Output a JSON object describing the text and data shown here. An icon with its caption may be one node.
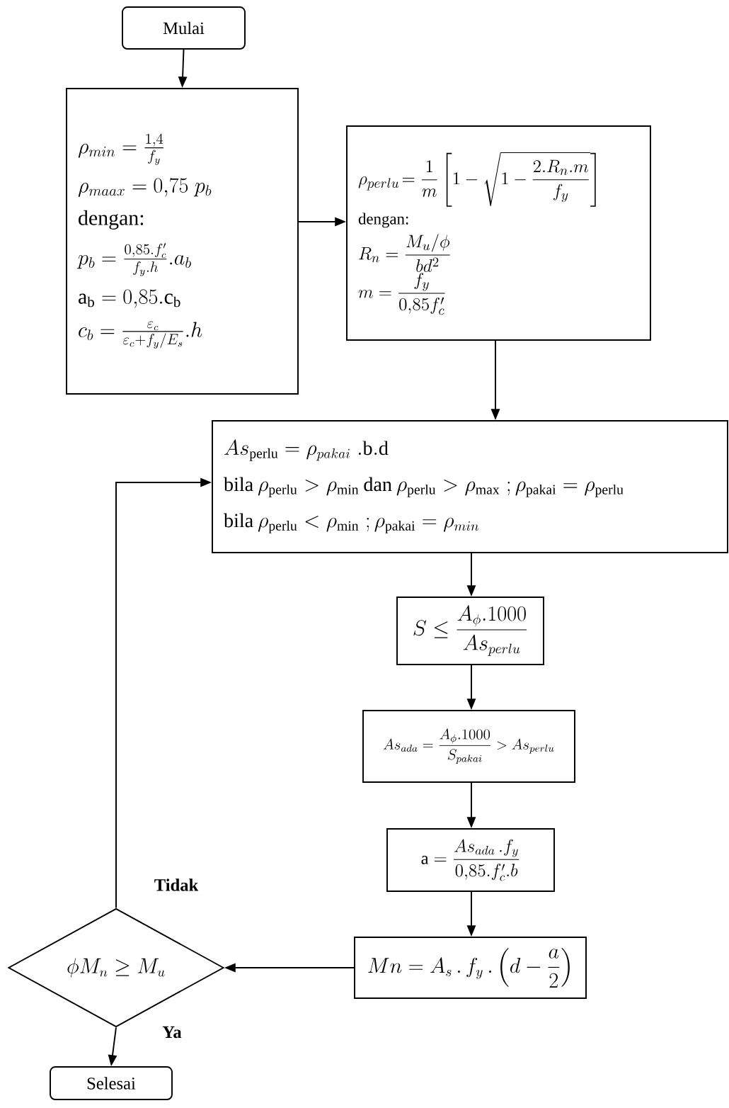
{
  "diagram": {
    "nodes": [
      {
        "text": [
          "Mulai"
        ]
      },
      {
        "text": [
          "\\rho_{min}=\\frac{1{,}4}{f_y}",
          "\\rho_{maax}=0{,}75\\;p_b",
          "dengan:",
          "p_b=\\frac{0{,}85.f'_c}{f_y.h}.a_b",
          "\\mathrm{a_b}=0{,}85.\\mathrm{c_b}",
          "c_b=\\frac{\\varepsilon_c}{\\varepsilon_c+f_y/E_s}.h"
        ]
      },
      {
        "text": [
          "\\rho_{perlu}\\!=\\frac{1}{m}\\left[1-\\sqrt{1-\\frac{2.R_n.m}{f_y}}\\right]",
          "dengan:",
          "R_n=\\frac{M_u/\\phi}{bd^2}",
          "m=\\frac{f_y}{0{,}85f'_c}"
        ]
      },
      {
        "text": [
          "As_{\\mathrm{perlu}}=\\rho_{pakai}\\;.\\mathrm{b.d}",
          "\\text{bila }\\rho_{\\mathrm{perlu}}>\\rho_{\\mathrm{min}}\\text{ dan }\\rho_{\\mathrm{perlu}}>\\rho_{\\mathrm{max}}\\;;\\rho_{\\mathrm{pakai}}=\\rho_{\\mathrm{perlu}}",
          "\\text{bila }\\rho_{\\mathrm{perlu}}<\\rho_{\\mathrm{min}}\\;;\\rho_{\\mathrm{pakai}}=\\rho_{min}"
        ]
      },
      {
        "text": [
          "S\\leq\\frac{A_\\phi.1000}{As_{perlu}}"
        ]
      },
      {
        "text": [
          "As_{ada}=\\frac{A_\\phi.1000}{S_{pakai}}>As_{perlu}"
        ]
      },
      {
        "text": [
          "\\mathrm{a}=\\frac{As_{ada}\\,.f_y}{0{,}85.f'_c.b}"
        ]
      },
      {
        "text": [
          "Mn=A_s\\,.\\,f_y\\,.\\left(d-\\frac{a}{2}\\right)"
        ]
      },
      {
        "text": [
          "\\phi M_n\\geq M_u"
        ]
      },
      {
        "text": [
          "Selesai"
        ]
      }
    ],
    "edges": [
      {
        "from": 0,
        "to": 1,
        "arrow": "to"
      },
      {
        "from": 1,
        "to": 2,
        "arrow": "to"
      },
      {
        "from": 2,
        "to": 3,
        "arrow": "to"
      },
      {
        "from": 3,
        "to": 4,
        "arrow": "to"
      },
      {
        "from": 4,
        "to": 5,
        "arrow": "to"
      },
      {
        "from": 5,
        "to": 6,
        "arrow": "to"
      },
      {
        "from": 6,
        "to": 7,
        "arrow": "to"
      },
      {
        "from": 7,
        "to": 8,
        "arrow": "to"
      },
      {
        "from": 8,
        "to": 3,
        "arrow": "to",
        "label": "Tidak"
      },
      {
        "from": 8,
        "to": 9,
        "arrow": "to",
        "label": "Ya"
      }
    ]
  }
}
